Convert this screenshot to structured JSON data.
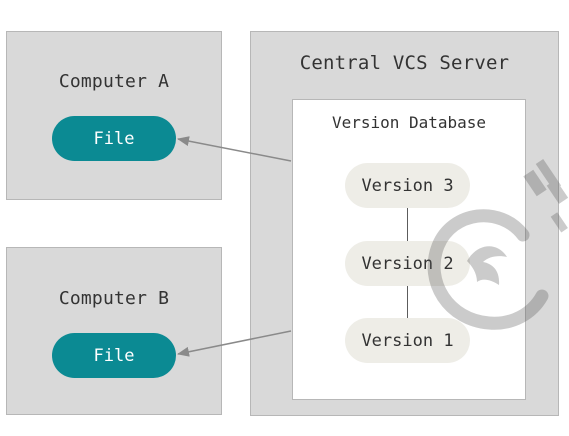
{
  "diagram": {
    "computer_a": {
      "title": "Computer A",
      "file_label": "File"
    },
    "computer_b": {
      "title": "Computer B",
      "file_label": "File"
    },
    "server": {
      "title": "Central VCS Server",
      "database": {
        "title": "Version Database",
        "versions": [
          "Version 3",
          "Version 2",
          "Version 1"
        ]
      }
    },
    "colors": {
      "file_fill": "#0b8a93",
      "version_fill": "#eeede7",
      "panel_fill": "#d9d9d9",
      "arrow": "#8a8a8a"
    }
  }
}
